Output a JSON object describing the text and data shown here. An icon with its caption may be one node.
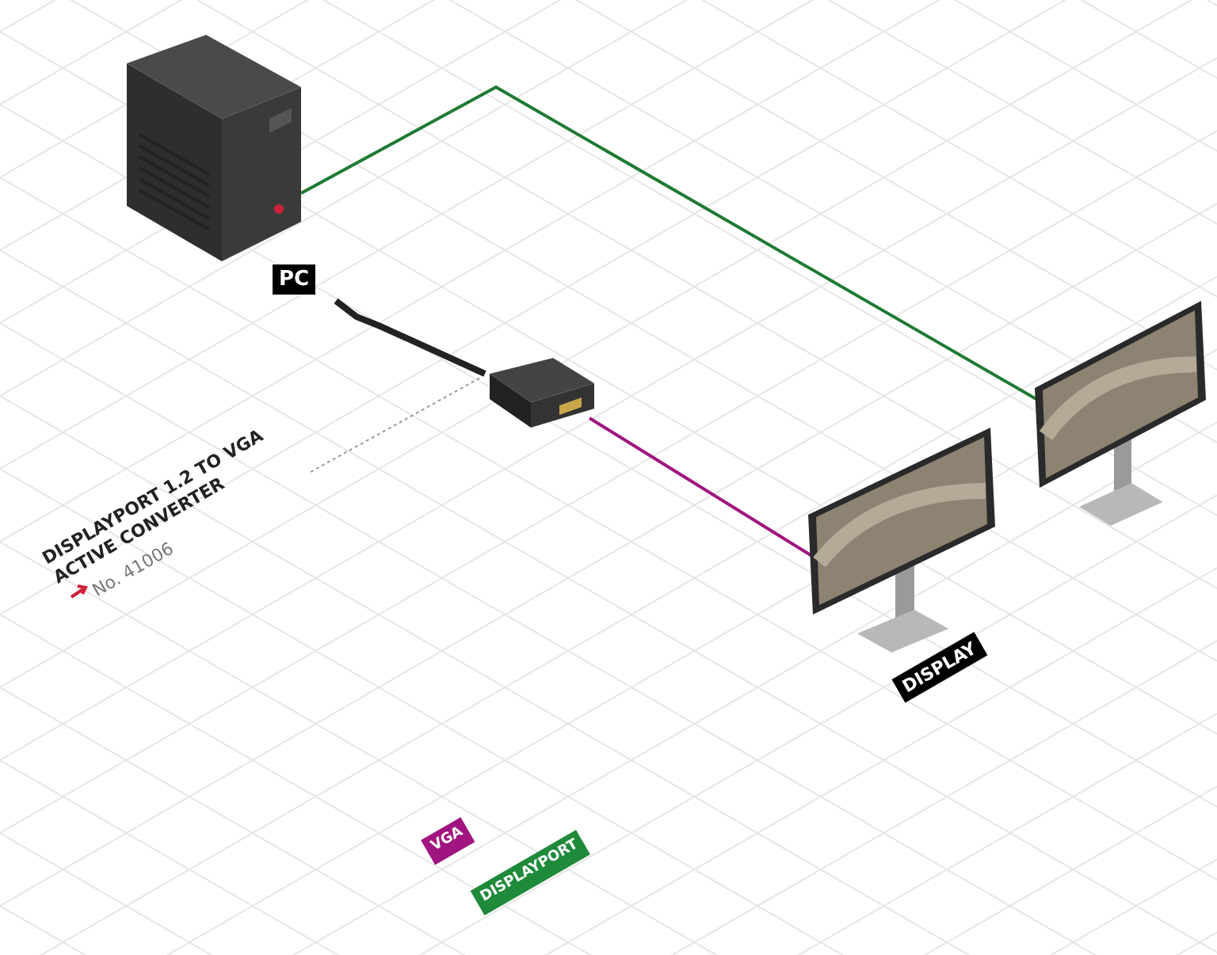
{
  "diagram": {
    "nodes": [
      {
        "text": [
          "PC"
        ]
      },
      {
        "text": [],
        "shape": "picture"
      },
      {
        "text": [
          "DISPLAY"
        ]
      },
      {
        "text": [],
        "shape": "picture"
      },
      {
        "text": [
          "DISPLAYPORT 1.2 TO VGA ACTIVE CONVERTER",
          "No. 41006"
        ]
      }
    ],
    "edges": [
      {
        "from": 0,
        "to": 1,
        "arrow": "none",
        "style": "thick",
        "color": "#222222"
      },
      {
        "from": 1,
        "to": 2,
        "arrow": "none",
        "color": "#a0157f"
      },
      {
        "from": 0,
        "to": 3,
        "arrow": "none",
        "color": "#1e7a32"
      },
      {
        "from": 4,
        "to": 1,
        "arrow": "none",
        "style": "dashed",
        "color": "#9a9a9a"
      }
    ],
    "legend": [
      {
        "text": "VGA",
        "color": "#a0157f"
      },
      {
        "text": "DISPLAYPORT",
        "color": "#1e8a3a"
      }
    ]
  }
}
